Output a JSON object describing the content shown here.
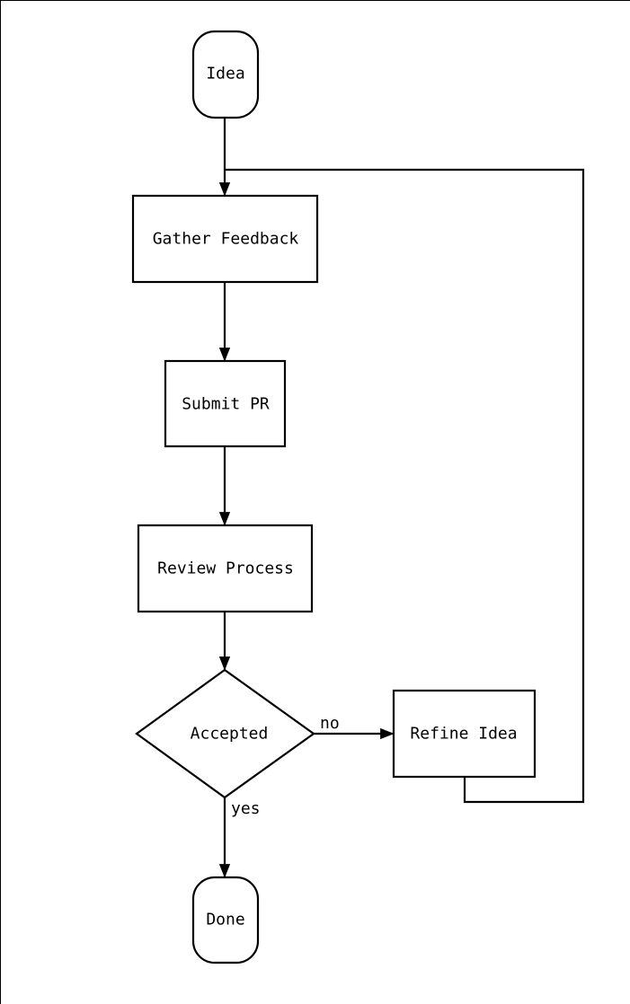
{
  "diagram": {
    "type": "flowchart",
    "colors": {
      "stroke": "#000000",
      "fill": "#ffffff",
      "text": "#000000"
    },
    "nodes": {
      "idea": {
        "label": "Idea",
        "shape": "terminal"
      },
      "gather_feedback": {
        "label": "Gather Feedback",
        "shape": "process"
      },
      "submit_pr": {
        "label": "Submit PR",
        "shape": "process"
      },
      "review_process": {
        "label": "Review Process",
        "shape": "process"
      },
      "accepted": {
        "label": "Accepted",
        "shape": "decision"
      },
      "refine_idea": {
        "label": "Refine Idea",
        "shape": "process"
      },
      "done": {
        "label": "Done",
        "shape": "terminal"
      }
    },
    "edges": {
      "idea_to_gather": {
        "from": "Idea",
        "to": "Gather Feedback",
        "label": ""
      },
      "gather_to_submit": {
        "from": "Gather Feedback",
        "to": "Submit PR",
        "label": ""
      },
      "submit_to_review": {
        "from": "Submit PR",
        "to": "Review Process",
        "label": ""
      },
      "review_to_accepted": {
        "from": "Review Process",
        "to": "Accepted",
        "label": ""
      },
      "accepted_no": {
        "from": "Accepted",
        "to": "Refine Idea",
        "label": "no"
      },
      "accepted_yes": {
        "from": "Accepted",
        "to": "Done",
        "label": "yes"
      },
      "refine_loop": {
        "from": "Refine Idea",
        "to": "Gather Feedback",
        "label": ""
      }
    }
  }
}
